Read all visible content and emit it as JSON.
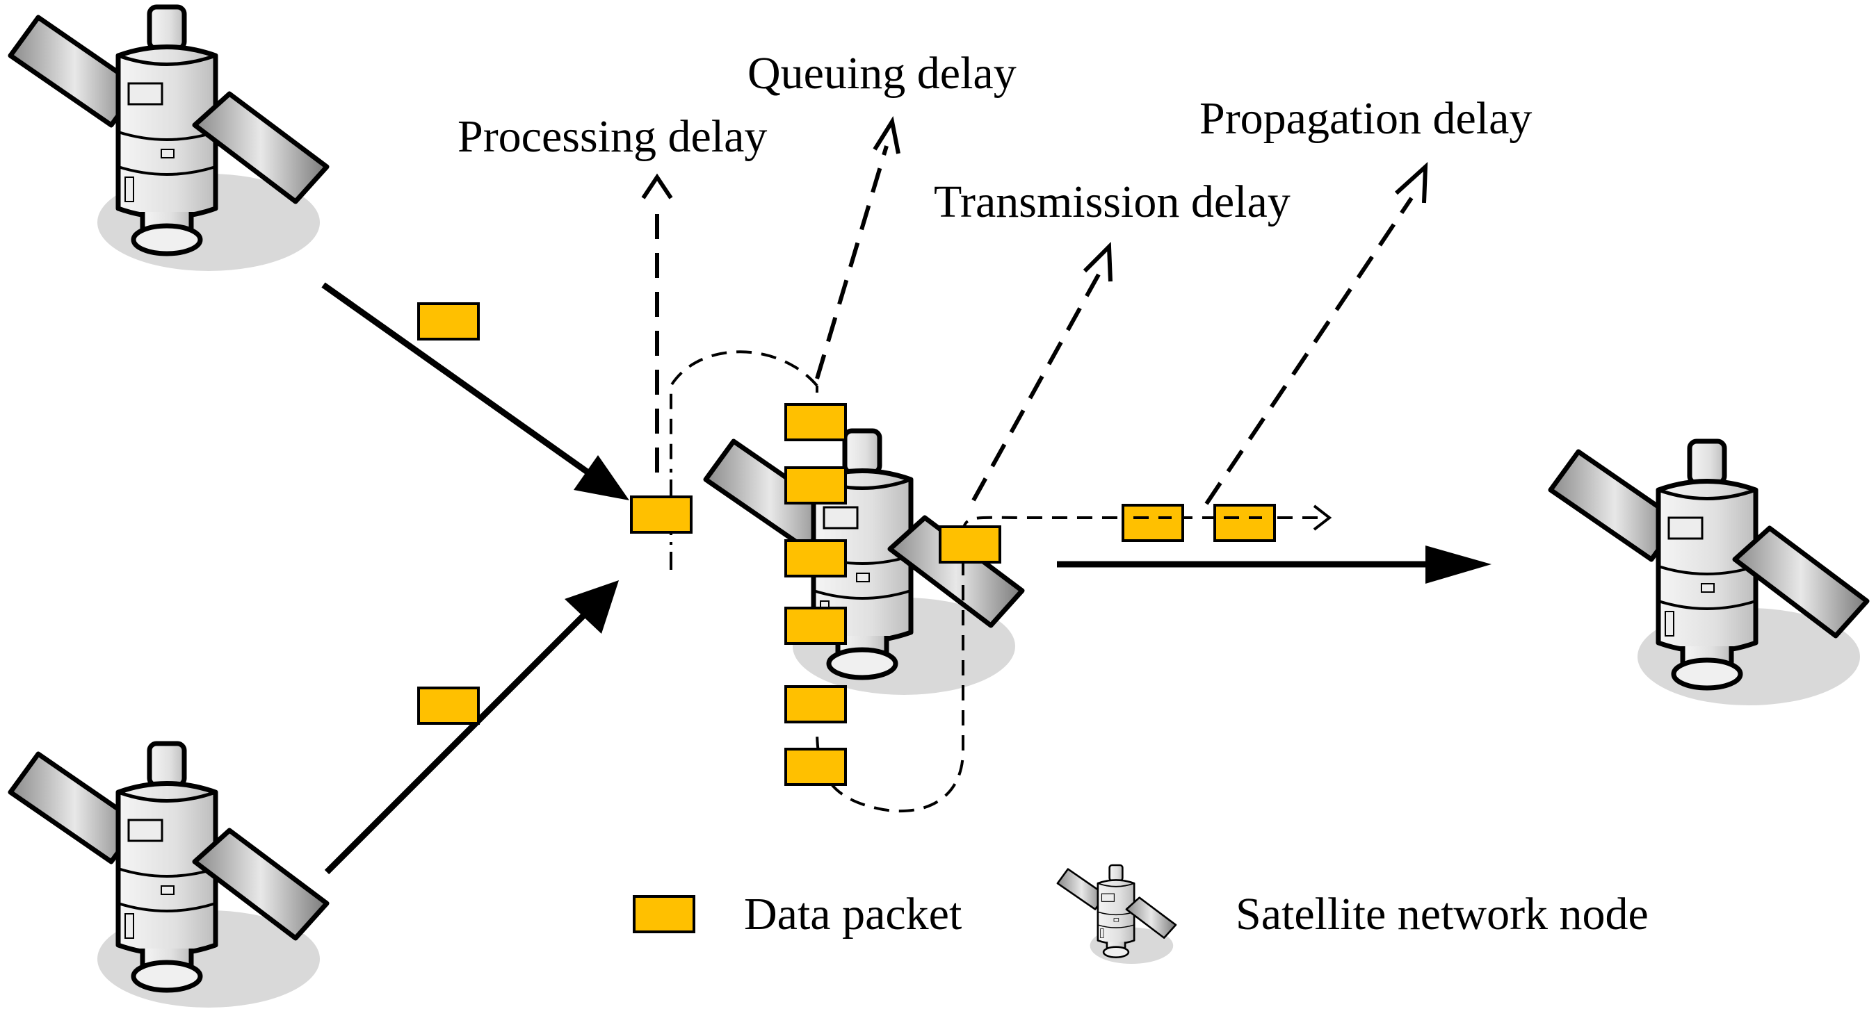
{
  "labels": {
    "processing": "Processing delay",
    "queuing": "Queuing delay",
    "transmission": "Transmission delay",
    "propagation": "Propagation delay"
  },
  "legend": {
    "packet": "Data packet",
    "node": "Satellite network node"
  },
  "colors": {
    "packet": "#FFC000",
    "stroke": "#000000",
    "panel": "#a8a8a8",
    "body": "#e6e6e6",
    "shadow": "#d9d9d9"
  }
}
